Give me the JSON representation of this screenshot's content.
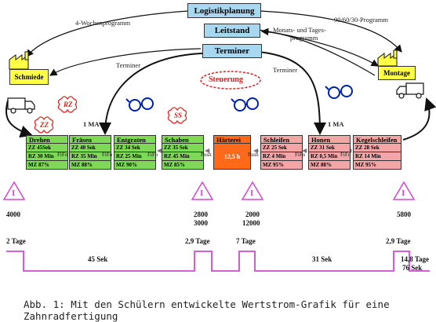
{
  "planning": {
    "logistik": "Logistikplanung",
    "leitstand": "Leitstand",
    "terminer_top": "Terminer",
    "schmiede": "Schmiede",
    "montage": "Montage",
    "steuerung": "Steuerung"
  },
  "flow_labels": {
    "wochenprogramm": "4-Wochenprogramm",
    "programm_90": "90/60/30-Programm",
    "monats_line1": "Monats- und Tages-",
    "monats_line2": "programm",
    "terminer_left": "Terminer",
    "terminer_right": "Terminer",
    "ma_left": "1 MA",
    "ma_right": "1 MA"
  },
  "bubbles": {
    "rz": "RZ",
    "zz": "ZZ",
    "ss": "SS"
  },
  "processes": [
    {
      "name": "Drehen",
      "zz": "ZZ 45Sek",
      "rz": "RZ 30 Min",
      "mz": "MZ 87%"
    },
    {
      "name": "Fräsen",
      "zz": "ZZ 40 Sek",
      "rz": "RZ 35 Min",
      "mz": "MZ 88%"
    },
    {
      "name": "Entgraten",
      "zz": "ZZ 34 Sek",
      "rz": "RZ 25 Min",
      "mz": "MZ 90%"
    },
    {
      "name": "Schaben",
      "zz": "ZZ 35 Sek",
      "rz": "RZ 45 Min",
      "mz": "MZ 85%"
    },
    {
      "name": "Härterei",
      "extra": "12,5 h"
    },
    {
      "name": "Schleifen",
      "zz": "ZZ 25 Sek",
      "rz": "RZ 4 Min",
      "mz": "MZ 95%"
    },
    {
      "name": "Honen",
      "zz": "ZZ 31 Sek",
      "rz": "RZ 0,5 Min",
      "mz": "MZ 88%"
    },
    {
      "name": "Kegelschleifen",
      "zz": "ZZ 28 Sek",
      "rz": "RZ 14 Min",
      "mz": "MZ 95%"
    }
  ],
  "connectors": [
    "FiFo",
    "FiFo",
    "FiFo",
    "Push",
    "Push",
    "FiFo",
    "FiFo"
  ],
  "inventory": {
    "symbol": "I",
    "i1": "4000",
    "i2a": "2800",
    "i2b": "3000",
    "i3a": "2000",
    "i3b": "12000",
    "i4": "5800"
  },
  "timeline": {
    "t1": "2 Tage",
    "t2": "2,9 Tage",
    "t3": "7 Tage",
    "t4": "2,9 Tage",
    "s1": "45 Sek",
    "s2": "31 Sek",
    "total_days": "14,8 Tage",
    "total_sec": "76 Sek"
  },
  "caption": {
    "line1": "Abb. 1: Mit den Schülern entwickelte Wertstrom-Grafik für eine",
    "line2": "Zahnradfertigung"
  }
}
